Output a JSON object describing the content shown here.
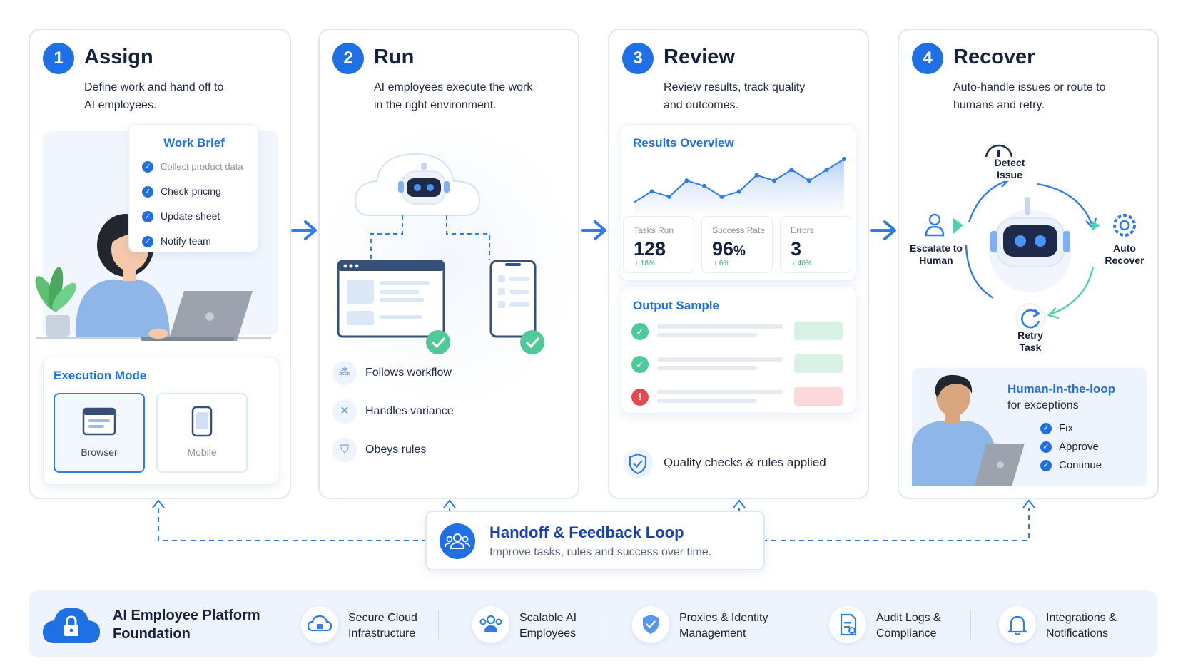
{
  "steps": [
    {
      "num": "1",
      "title": "Assign",
      "desc": [
        "Define work and hand off to",
        "AI employees."
      ]
    },
    {
      "num": "2",
      "title": "Run",
      "desc": [
        "AI employees execute the work",
        "in the right environment."
      ]
    },
    {
      "num": "3",
      "title": "Review",
      "desc": [
        "Review results, track quality",
        "and outcomes."
      ]
    },
    {
      "num": "4",
      "title": "Recover",
      "desc": [
        "Auto-handle issues or route to",
        "humans and retry."
      ]
    }
  ],
  "assign": {
    "brief_title": "Work Brief",
    "brief_items": [
      "Collect product data",
      "Check pricing",
      "Update sheet",
      "Notify team"
    ],
    "mode_title": "Execution Mode",
    "modes": [
      "Browser",
      "Mobile"
    ]
  },
  "run": {
    "features": [
      "Follows workflow",
      "Handles variance",
      "Obeys rules"
    ]
  },
  "review": {
    "results_title": "Results Overview",
    "chart_data": {
      "type": "line",
      "values": [
        1,
        3,
        2,
        5,
        4,
        2,
        3,
        6,
        5,
        7,
        5,
        7,
        9
      ]
    },
    "metrics": [
      {
        "label": "Tasks Run",
        "value": "128",
        "unit": "",
        "delta": "↑ 18%"
      },
      {
        "label": "Success Rate",
        "value": "96",
        "unit": "%",
        "delta": "↑ 6%"
      },
      {
        "label": "Errors",
        "value": "3",
        "unit": "",
        "delta": "↓ 40%"
      }
    ],
    "output_title": "Output Sample",
    "quality_text": "Quality checks & rules applied"
  },
  "recover": {
    "loop": [
      {
        "label": [
          "Detect",
          "Issue"
        ]
      },
      {
        "label": [
          "Auto",
          "Recover"
        ]
      },
      {
        "label": [
          "Retry",
          "Task"
        ]
      },
      {
        "label": [
          "Escalate to",
          "Human"
        ]
      }
    ],
    "hitl_title": "Human-in-the-loop",
    "hitl_sub": "for exceptions",
    "hitl_items": [
      "Fix",
      "Approve",
      "Continue"
    ]
  },
  "feedback": {
    "title": "Handoff & Feedback Loop",
    "subtitle": "Improve tasks, rules and success over time."
  },
  "footer": {
    "main": [
      "AI Employee Platform",
      "Foundation"
    ],
    "items": [
      {
        "lines": [
          "Secure Cloud",
          "Infrastructure"
        ]
      },
      {
        "lines": [
          "Scalable AI",
          "Employees"
        ]
      },
      {
        "lines": [
          "Proxies & Identity",
          "Management"
        ]
      },
      {
        "lines": [
          "Audit Logs &",
          "Compliance"
        ]
      },
      {
        "lines": [
          "Integrations &",
          "Notifications"
        ]
      }
    ]
  },
  "colors": {
    "accent": "#1f6fe5",
    "success": "#2fae7a",
    "error": "#e5484d",
    "teal": "#4fd1b0"
  }
}
